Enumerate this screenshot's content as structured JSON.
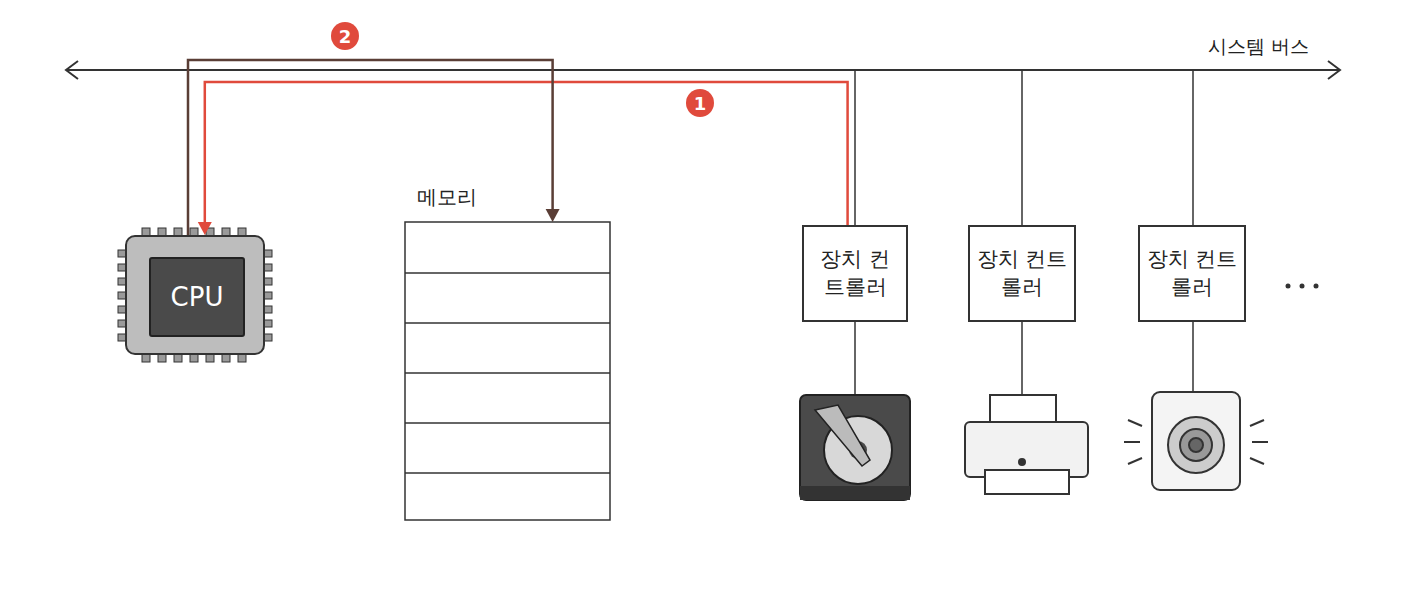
{
  "diagram": {
    "nodes": [
      {
        "text": [
          "CPU"
        ]
      },
      {
        "text": [
          "메모리"
        ]
      },
      {
        "text": [
          "장치 컨트롤러"
        ]
      },
      {
        "text": [
          "장치 컨트롤러"
        ]
      },
      {
        "text": [
          "장치 컨트롤러"
        ]
      }
    ],
    "edges": [
      {
        "from": 2,
        "to": 0,
        "arrow": "to"
      },
      {
        "from": 0,
        "to": 1,
        "arrow": "to"
      }
    ],
    "labels": [
      "시스템 버스",
      "2",
      "1"
    ]
  }
}
